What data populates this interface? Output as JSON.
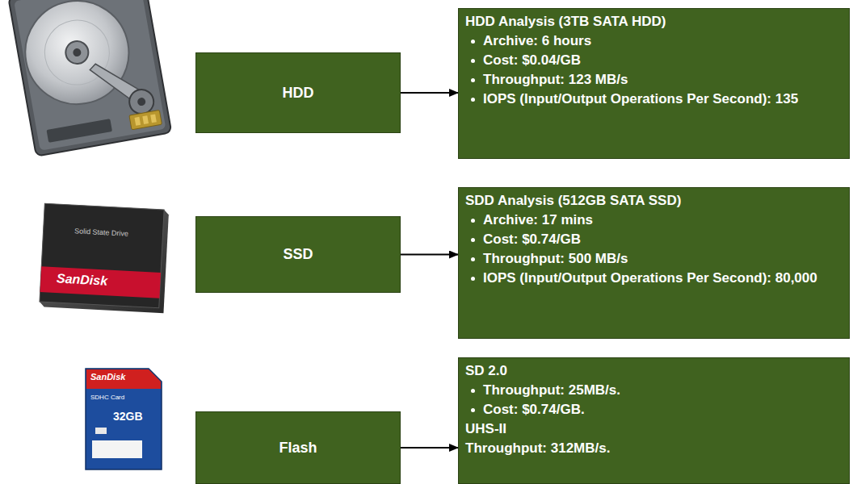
{
  "diagram": {
    "nodes": [
      {
        "text": [
          "HDD"
        ]
      },
      {
        "text": [
          "HDD Analysis (3TB SATA HDD)",
          "Archive: 6 hours",
          "Cost: $0.04/GB",
          "Throughput: 123 MB/s",
          "IOPS (Input/Output Operations Per Second): 135"
        ]
      },
      {
        "text": [
          "SSD"
        ]
      },
      {
        "text": [
          "SDD Analysis (512GB SATA SSD)",
          "Archive: 17 mins",
          "Cost: $0.74/GB",
          "Throughput: 500 MB/s",
          "IOPS (Input/Output Operations Per Second): 80,000"
        ]
      },
      {
        "text": [
          "Flash"
        ]
      },
      {
        "text": [
          "SD 2.0",
          "Throughput: 25MB/s.",
          "Cost: $0.74/GB.",
          "UHS-II",
          "Throughput: 312MB/s."
        ]
      }
    ],
    "edges": [
      {
        "from": 0,
        "to": 1,
        "arrow": "to"
      },
      {
        "from": 2,
        "to": 3,
        "arrow": "to"
      },
      {
        "from": 4,
        "to": 5,
        "arrow": "to"
      }
    ],
    "labels": [
      "Solid State Drive",
      "SanDisk",
      "SanDisk",
      "SDHC Card",
      "32GB"
    ]
  }
}
